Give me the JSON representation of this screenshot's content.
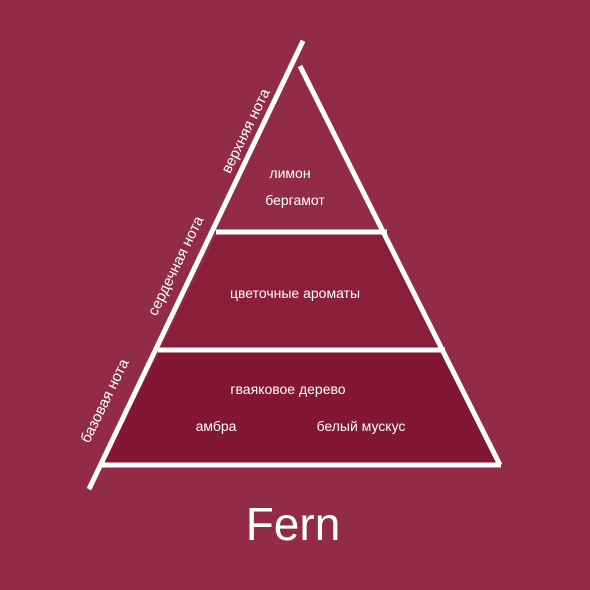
{
  "colors": {
    "background": "#912b47",
    "top_tier": "#912b47",
    "middle_tier": "#8a1e3b",
    "base_tier": "#821634",
    "outline": "#ffffff"
  },
  "tiers": {
    "top": {
      "side_label": "верхняя нота",
      "notes": [
        "лимон",
        "бергамот"
      ]
    },
    "middle": {
      "side_label": "сердечная нота",
      "notes": [
        "цветочные ароматы"
      ]
    },
    "base": {
      "side_label": "базовая нота",
      "notes": [
        "гваяковое дерево",
        "амбра",
        "белый мускус"
      ]
    }
  },
  "title": "Fern"
}
